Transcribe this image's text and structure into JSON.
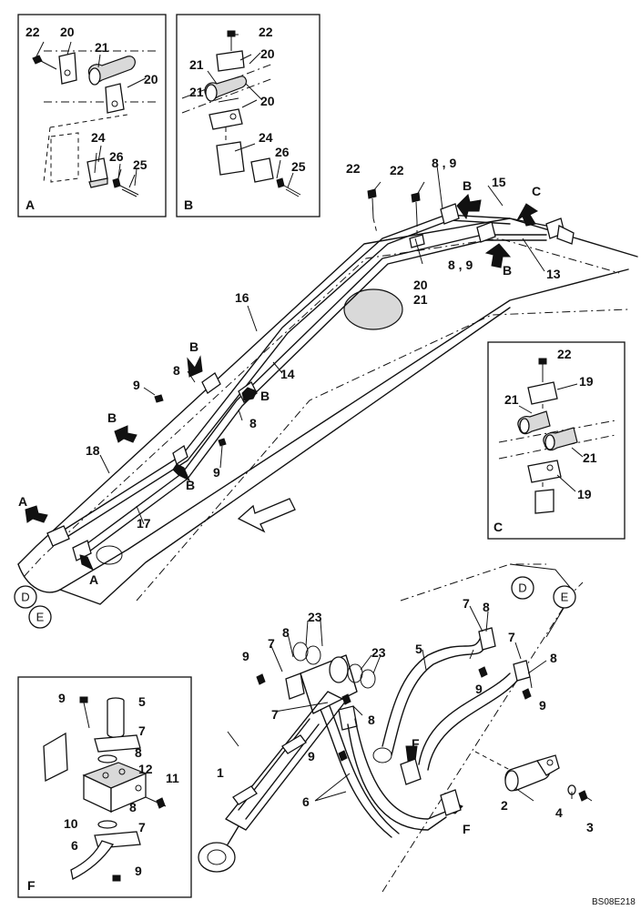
{
  "inset_letters": {
    "a": "A",
    "b": "B",
    "c": "C",
    "f": "F"
  },
  "view_letters": {
    "b": "B",
    "a": "A",
    "f": "F",
    "c": "C"
  },
  "circles": {
    "d": "D",
    "e": "E"
  },
  "labels": {
    "n1": "1",
    "n2": "2",
    "n3": "3",
    "n4": "4",
    "n5": "5",
    "n6": "6",
    "n7": "7",
    "n8": "8",
    "n9": "9",
    "n10": "10",
    "n11": "11",
    "n12": "12",
    "n13": "13",
    "n14": "14",
    "n15": "15",
    "n16": "16",
    "n17": "17",
    "n18": "18",
    "n19": "19",
    "n20": "20",
    "n21": "21",
    "n22": "22",
    "n23": "23",
    "n24": "24",
    "n25": "25",
    "n26": "26",
    "n89": "8 , 9",
    "n2021": "20\n21"
  },
  "drawing_code": "BS08E218"
}
